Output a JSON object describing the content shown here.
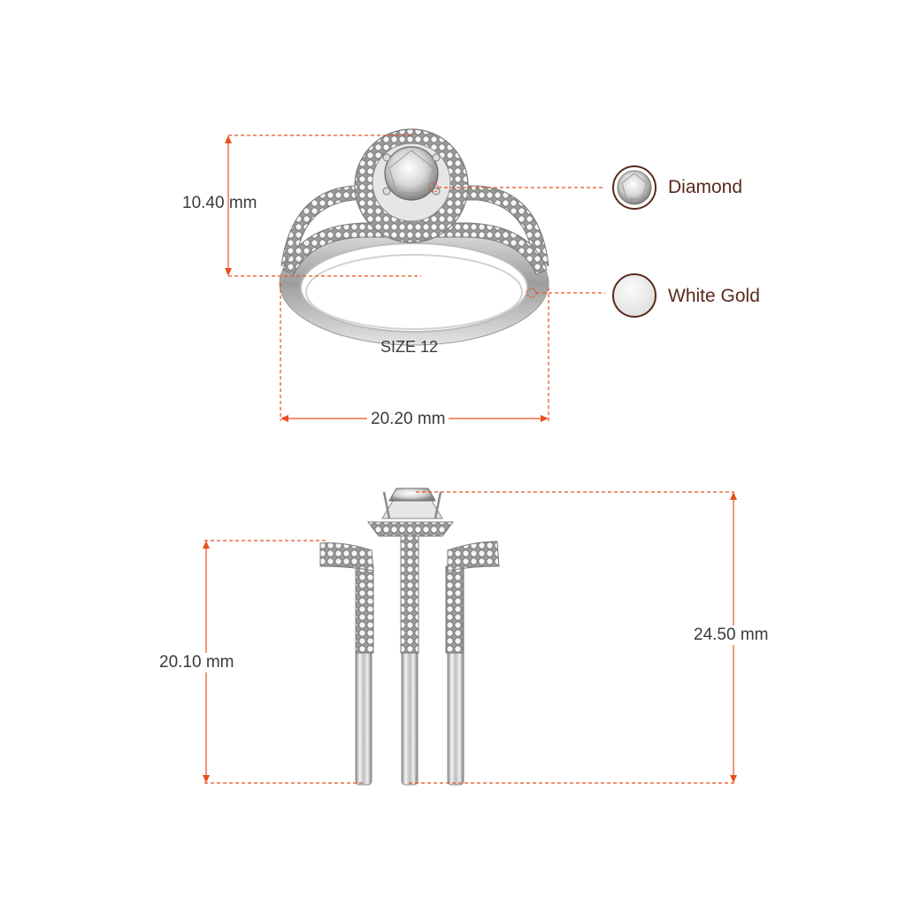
{
  "dimensions": {
    "top_height": "10.40 mm",
    "top_width": "20.20 mm",
    "ring_size": "SIZE 12",
    "side_band_height": "20.10 mm",
    "side_total_height": "24.50 mm"
  },
  "legend": {
    "diamond_label": "Diamond",
    "metal_label": "White Gold"
  },
  "colors": {
    "dimension_line": "#e8501e",
    "label_text": "#5a2a1c",
    "metal_light": "#f2f2f2",
    "metal_mid": "#c9c9c9",
    "metal_dark": "#8a8a8a"
  }
}
